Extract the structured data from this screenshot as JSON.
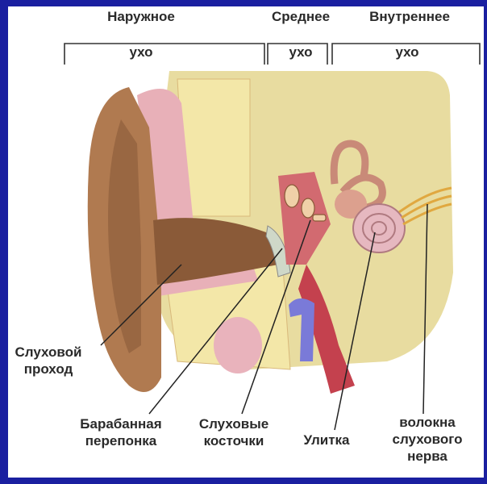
{
  "title_blocks": {
    "outer": {
      "line1": "Наружное",
      "line2": "ухо"
    },
    "middle": {
      "line1": "Среднее",
      "line2": "ухо"
    },
    "inner": {
      "line1": "Внутреннее",
      "line2": "ухо"
    }
  },
  "labels": {
    "canal": {
      "line1": "Слуховой",
      "line2": "проход"
    },
    "eardrum": {
      "line1": "Барабанная",
      "line2": "перепонка"
    },
    "ossicles": {
      "line1": "Слуховые",
      "line2": "косточки"
    },
    "cochlea": {
      "line1": "Улитка"
    },
    "nerve": {
      "line1": "волокна",
      "line2": "слухового",
      "line3": "нерва"
    }
  },
  "colors": {
    "background": "#1a1fa0",
    "skin": "#b07a50",
    "bone": "#e8dca0",
    "cartilage": "#f3e7a8",
    "red": "#c4414e",
    "pink": "#e8b0b8",
    "blue": "#7a7ad8"
  }
}
